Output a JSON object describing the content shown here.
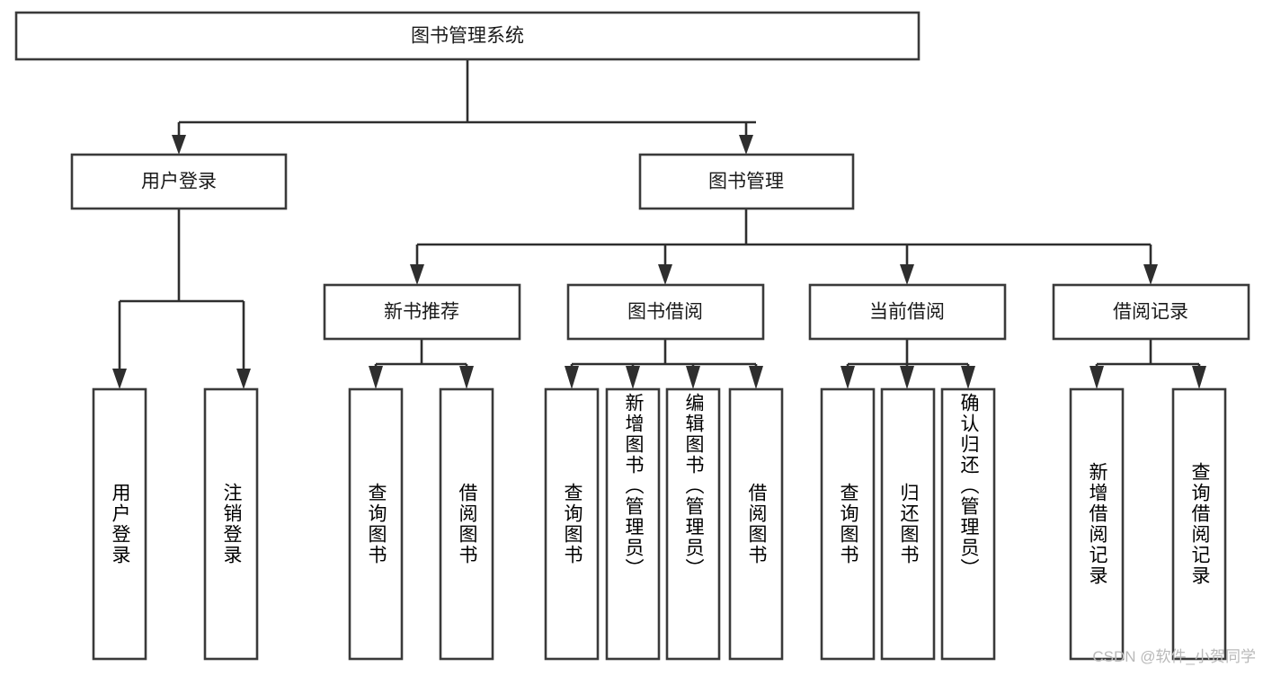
{
  "diagram": {
    "title": "图书管理系统",
    "watermark": "CSDN @软件_小贺同学",
    "type": "tree",
    "orientation": "top-down",
    "colors": {
      "box_stroke": "#3a3a3a",
      "box_fill": "#ffffff",
      "connector": "#2e2e2e",
      "text": "#1a1a1a",
      "watermark": "#b9b9b9",
      "background": "#ffffff"
    },
    "root": {
      "label": "图书管理系统",
      "orientation": "horizontal"
    },
    "level2": [
      {
        "label": "用户登录",
        "orientation": "horizontal"
      },
      {
        "label": "图书管理",
        "orientation": "horizontal"
      }
    ],
    "level3": [
      {
        "label": "新书推荐",
        "orientation": "horizontal"
      },
      {
        "label": "图书借阅",
        "orientation": "horizontal"
      },
      {
        "label": "当前借阅",
        "orientation": "horizontal"
      },
      {
        "label": "借阅记录",
        "orientation": "horizontal"
      }
    ],
    "leaves": {
      "用户登录": [
        {
          "label": "用户登录",
          "orientation": "vertical"
        },
        {
          "label": "注销登录",
          "orientation": "vertical"
        }
      ],
      "新书推荐": [
        {
          "label": "查询图书",
          "orientation": "vertical"
        },
        {
          "label": "借阅图书",
          "orientation": "vertical"
        }
      ],
      "图书借阅": [
        {
          "label": "查询图书",
          "orientation": "vertical"
        },
        {
          "label": "新增图书（管理员）",
          "orientation": "vertical"
        },
        {
          "label": "编辑图书（管理员）",
          "orientation": "vertical"
        },
        {
          "label": "借阅图书",
          "orientation": "vertical"
        }
      ],
      "当前借阅": [
        {
          "label": "查询图书",
          "orientation": "vertical"
        },
        {
          "label": "归还图书",
          "orientation": "vertical"
        },
        {
          "label": "确认归还（管理员）",
          "orientation": "vertical"
        }
      ],
      "借阅记录": [
        {
          "label": "新增借阅记录",
          "orientation": "vertical"
        },
        {
          "label": "查询借阅记录",
          "orientation": "vertical"
        }
      ]
    },
    "node_labels": {
      "root": "图书管理系统",
      "user_login": "用户登录",
      "book_manage": "图书管理",
      "new_book_rec": "新书推荐",
      "book_borrow": "图书借阅",
      "current_borrow": "当前借阅",
      "borrow_record": "借阅记录",
      "leaf_user_login": "用户登录",
      "leaf_logout": "注销登录",
      "leaf_query_book_a": "查询图书",
      "leaf_borrow_book_a": "借阅图书",
      "leaf_query_book_b": "查询图书",
      "leaf_add_book": "新增图书（管理员）",
      "leaf_edit_book": "编辑图书（管理员）",
      "leaf_borrow_book_b": "借阅图书",
      "leaf_query_book_c": "查询图书",
      "leaf_return_book": "归还图书",
      "leaf_confirm_return": "确认归还（管理员）",
      "leaf_add_record": "新增借阅记录",
      "leaf_query_record": "查询借阅记录"
    }
  }
}
